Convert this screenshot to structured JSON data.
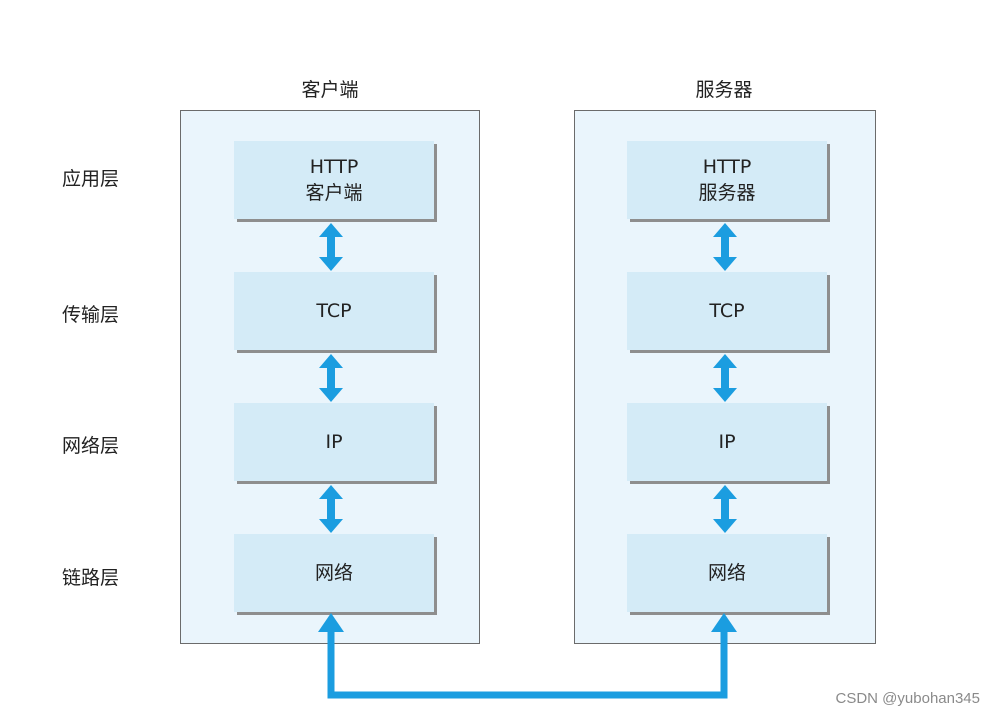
{
  "columns": {
    "client": {
      "title": "客户端",
      "layers": {
        "application": {
          "line1": "HTTP",
          "line2": "客户端"
        },
        "transport": {
          "label": "TCP"
        },
        "network": {
          "label": "IP"
        },
        "link": {
          "label": "网络"
        }
      }
    },
    "server": {
      "title": "服务器",
      "layers": {
        "application": {
          "line1": "HTTP",
          "line2": "服务器"
        },
        "transport": {
          "label": "TCP"
        },
        "network": {
          "label": "IP"
        },
        "link": {
          "label": "网络"
        }
      }
    }
  },
  "layer_labels": {
    "application": "应用层",
    "transport": "传输层",
    "network": "网络层",
    "link": "链路层"
  },
  "colors": {
    "arrow": "#1b9de0",
    "panel_fill": "#eaf5fc",
    "box_fill": "#d4ebf7",
    "shadow": "#8e8e8e"
  },
  "watermark": "CSDN @yubohan345"
}
